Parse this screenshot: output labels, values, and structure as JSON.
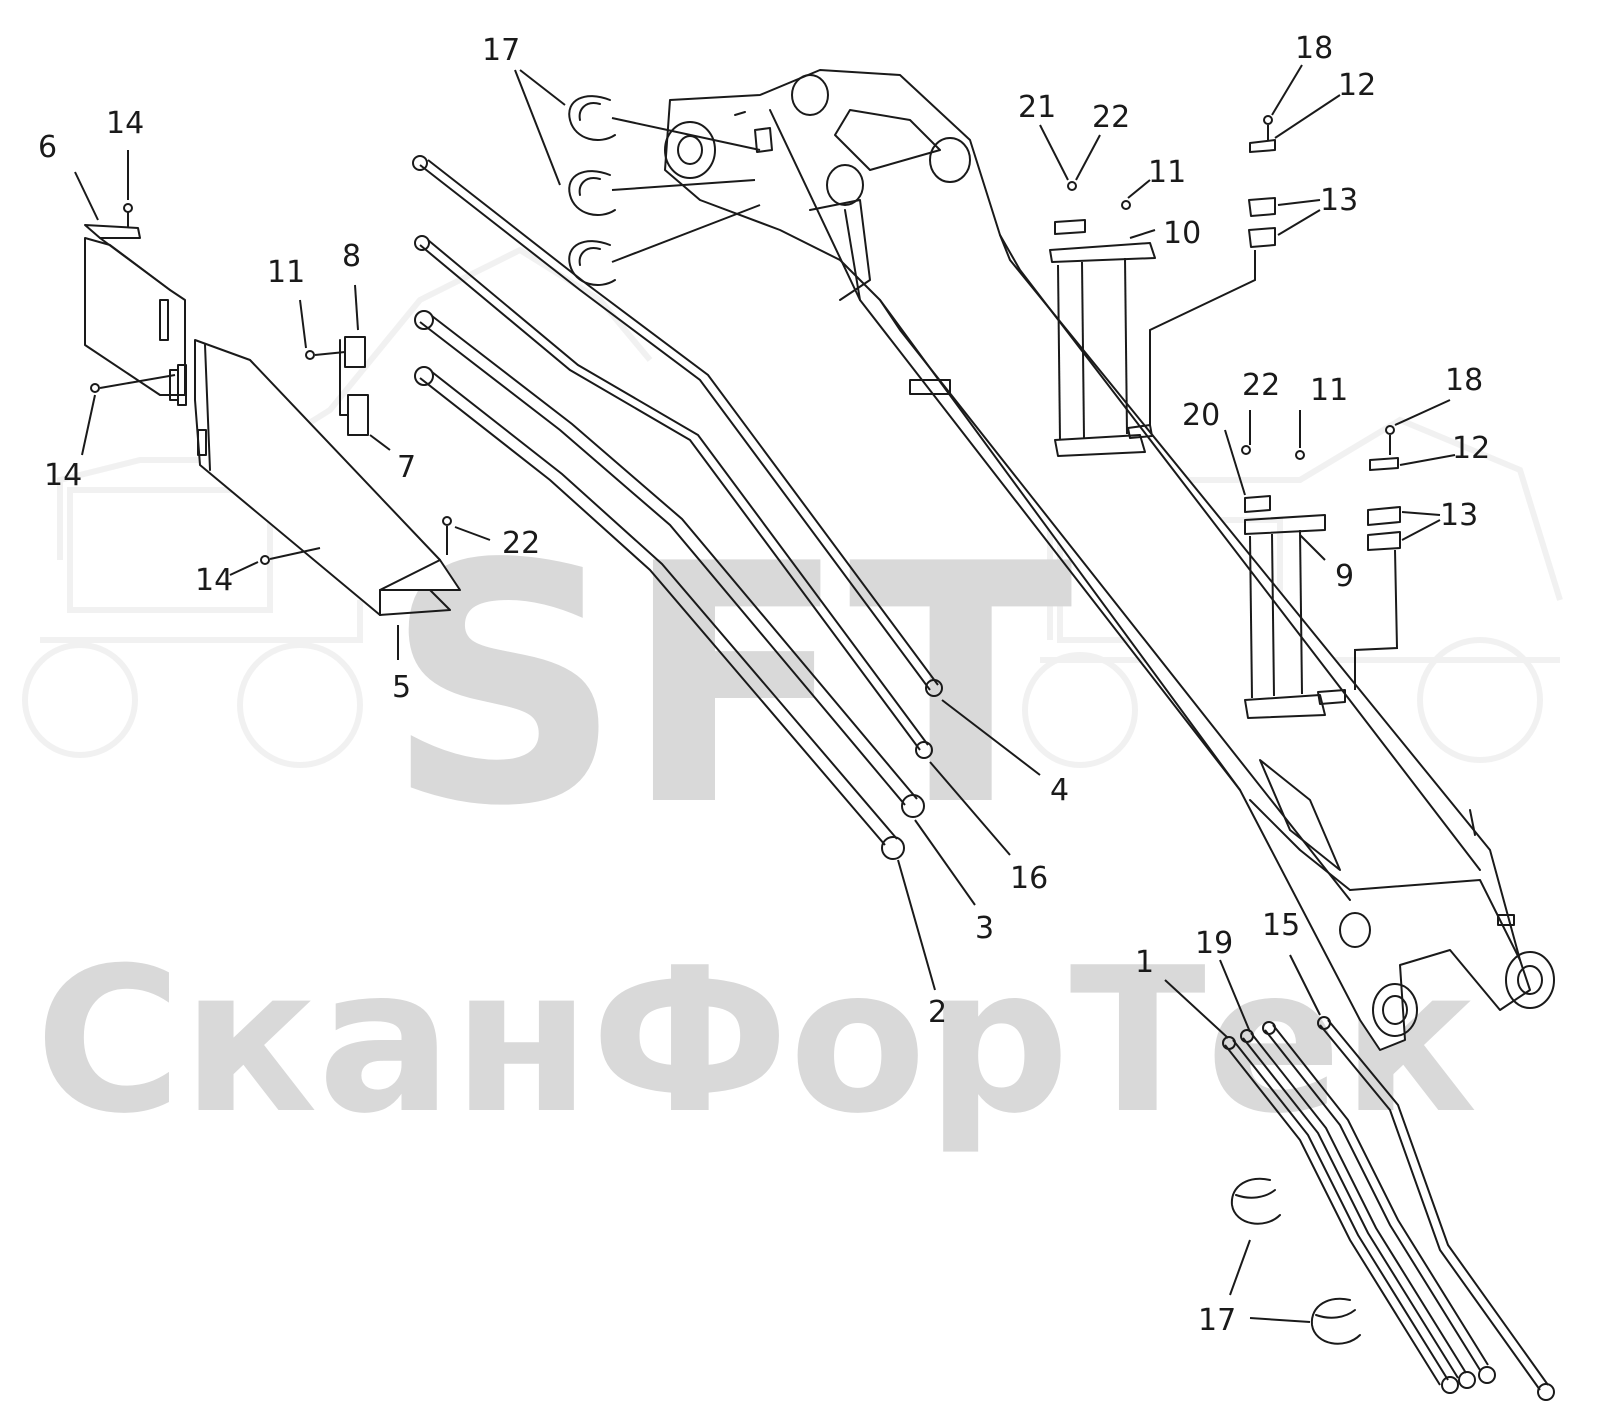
{
  "watermark": {
    "logo_text": "SFT",
    "company_text": "СканФорТек",
    "tractor-icon": "tractor-icon"
  },
  "callouts": {
    "c1": "1",
    "c2": "2",
    "c3": "3",
    "c4": "4",
    "c5": "5",
    "c6": "6",
    "c7": "7",
    "c8": "8",
    "c9": "9",
    "c10": "10",
    "c11a": "11",
    "c11b": "11",
    "c11c": "11",
    "c12a": "12",
    "c12b": "12",
    "c13a": "13",
    "c13b": "13",
    "c14a": "14",
    "c14b": "14",
    "c14c": "14",
    "c15": "15",
    "c16": "16",
    "c17a": "17",
    "c17b": "17",
    "c18a": "18",
    "c18b": "18",
    "c19": "19",
    "c20": "20",
    "c21": "21",
    "c22a": "22",
    "c22b": "22",
    "c22c": "22"
  }
}
